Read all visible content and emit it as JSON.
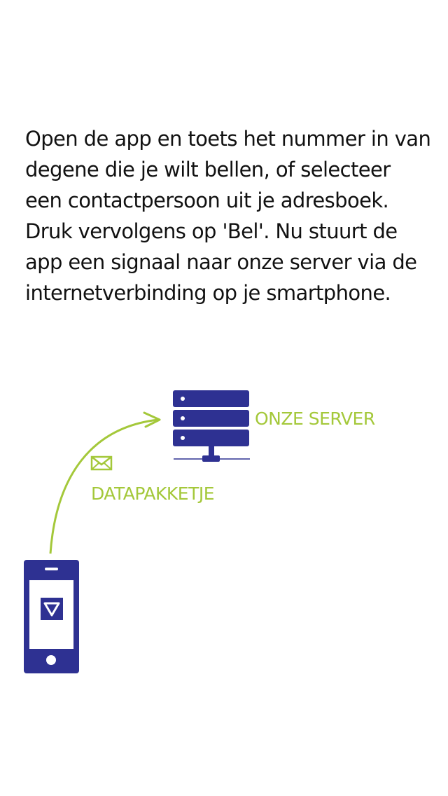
{
  "intro": {
    "text": "Open de app en toets het nummer in van degene die je wilt bellen, of selecteer een contactpersoon uit je adresboek. Druk vervolgens op 'Bel'. Nu stuurt de app een signaal naar onze server via de internetverbinding op je smartphone."
  },
  "diagram": {
    "server_label": "ONZE SERVER",
    "packet_label": "DATAPAKKETJE"
  },
  "colors": {
    "brand_blue": "#2e3192",
    "accent_green": "#a4c83a",
    "text": "#111111",
    "background": "#ffffff"
  },
  "icons": [
    "server-icon",
    "envelope-icon",
    "arrow-icon",
    "phone-icon",
    "app-logo-icon"
  ]
}
